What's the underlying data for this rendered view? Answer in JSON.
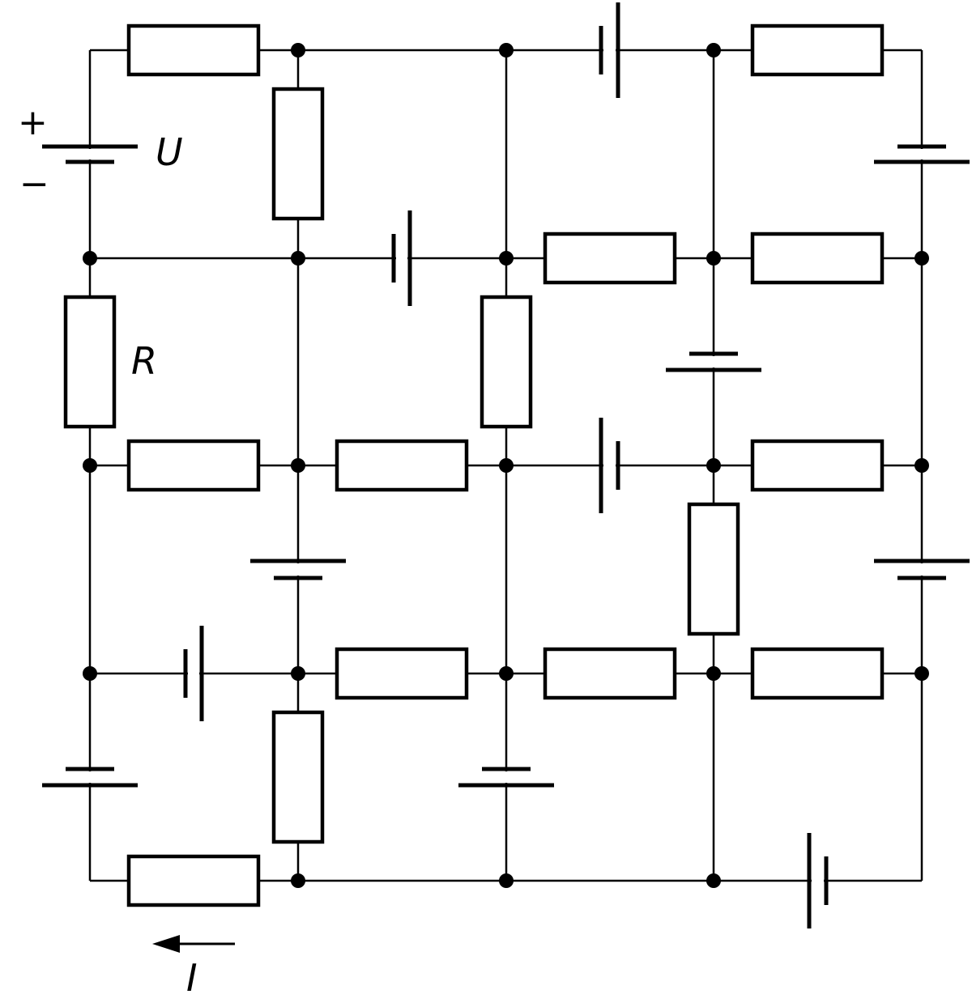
{
  "labels": {
    "voltage": "U",
    "resistance": "R",
    "current": "I",
    "plus": "+",
    "minus": "−"
  },
  "colors": {
    "ink": "#000000",
    "background": "#ffffff"
  }
}
